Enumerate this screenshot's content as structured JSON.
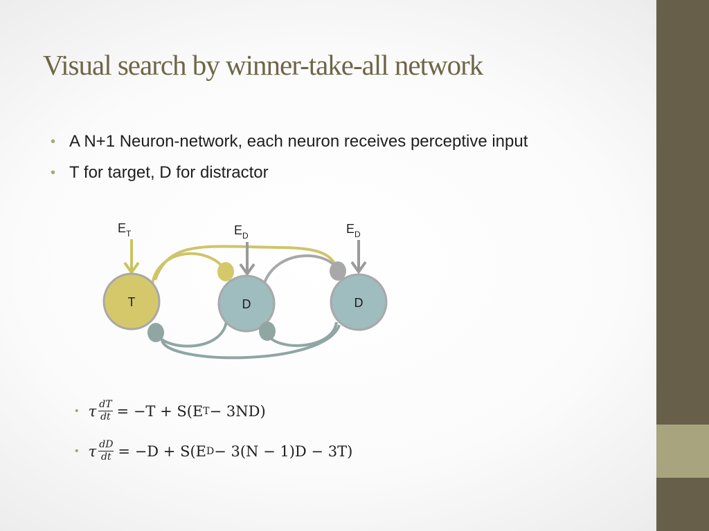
{
  "title": "Visual search by winner-take-all network",
  "bullets": [
    "A N+1 Neuron-network, each neuron receives perceptive input",
    "T for target, D for distractor"
  ],
  "diagram": {
    "inputs": [
      {
        "main": "E",
        "sub": "T"
      },
      {
        "main": "E",
        "sub": "D"
      },
      {
        "main": "E",
        "sub": "D"
      }
    ],
    "neurons": [
      {
        "label": "T",
        "color": "#d5c86a"
      },
      {
        "label": "D",
        "color": "#9fbcbe"
      },
      {
        "label": "D",
        "color": "#9fbcbe"
      }
    ],
    "colors": {
      "target_connection": "#cfc46a",
      "distractor_connection": "#8fa6a3",
      "inhibition_gray": "#a7a9a9",
      "input_arrow_gray": "#9a9a9a",
      "input_arrow_yellow": "#c9c35e"
    }
  },
  "equations": [
    {
      "tau": "τ",
      "num": "dT",
      "den": "dt",
      "rhs": "= −T + S(E",
      "sub": "T",
      "rest": " − 3ND)"
    },
    {
      "tau": "τ",
      "num": "dD",
      "den": "dt",
      "rhs": "= −D + S(E",
      "sub": "D",
      "rest": " − 3(N − 1)D − 3T)"
    }
  ],
  "theme": {
    "sidebar": "#675f4a",
    "sidebar_accent": "#a8a47e",
    "title_color": "#6e6648"
  }
}
